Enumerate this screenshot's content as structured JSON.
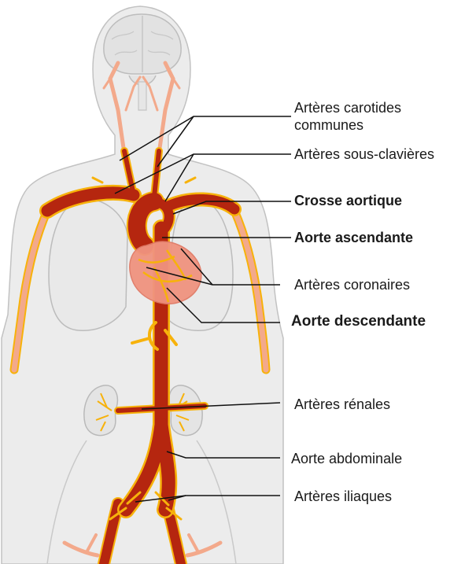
{
  "labels": {
    "carotides_line1": "Artères carotides",
    "carotides_line2": "communes",
    "sous_clavieres": "Artères sous-clavières",
    "crosse_aortique": "Crosse aortique",
    "aorte_ascendante": "Aorte ascendante",
    "coronaires": "Artères coronaires",
    "aorte_descendante": "Aorte descendante",
    "renales": "Artères rénales",
    "aorte_abdominale": "Aorte abdominale",
    "iliaques": "Artères iliaques"
  },
  "colors": {
    "body_fill": "#ececec",
    "body_stroke": "#c2c2c2",
    "artery_dark": "#b5260f",
    "artery_light": "#f3a98b",
    "artery_outline": "#f7b20b",
    "heart_fill": "#f0937f",
    "leader_line": "#111111"
  }
}
